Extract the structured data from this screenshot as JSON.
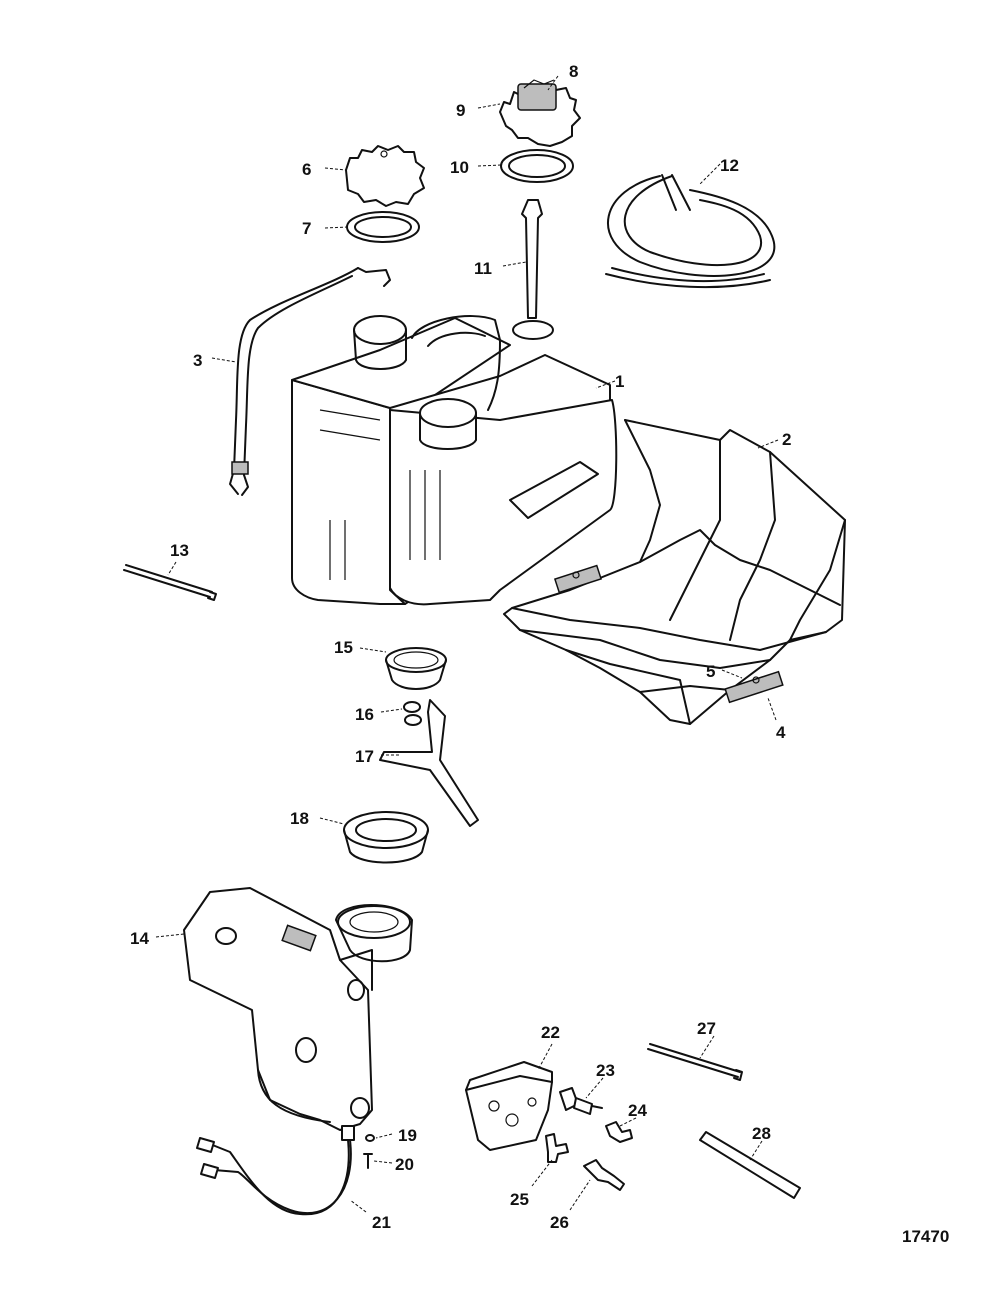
{
  "diagram": {
    "figure_number": "17470",
    "callouts": [
      "1",
      "2",
      "3",
      "4",
      "5",
      "6",
      "7",
      "8",
      "9",
      "10",
      "11",
      "12",
      "13",
      "14",
      "15",
      "16",
      "17",
      "18",
      "19",
      "20",
      "21",
      "22",
      "23",
      "24",
      "25",
      "26",
      "27",
      "28"
    ]
  }
}
